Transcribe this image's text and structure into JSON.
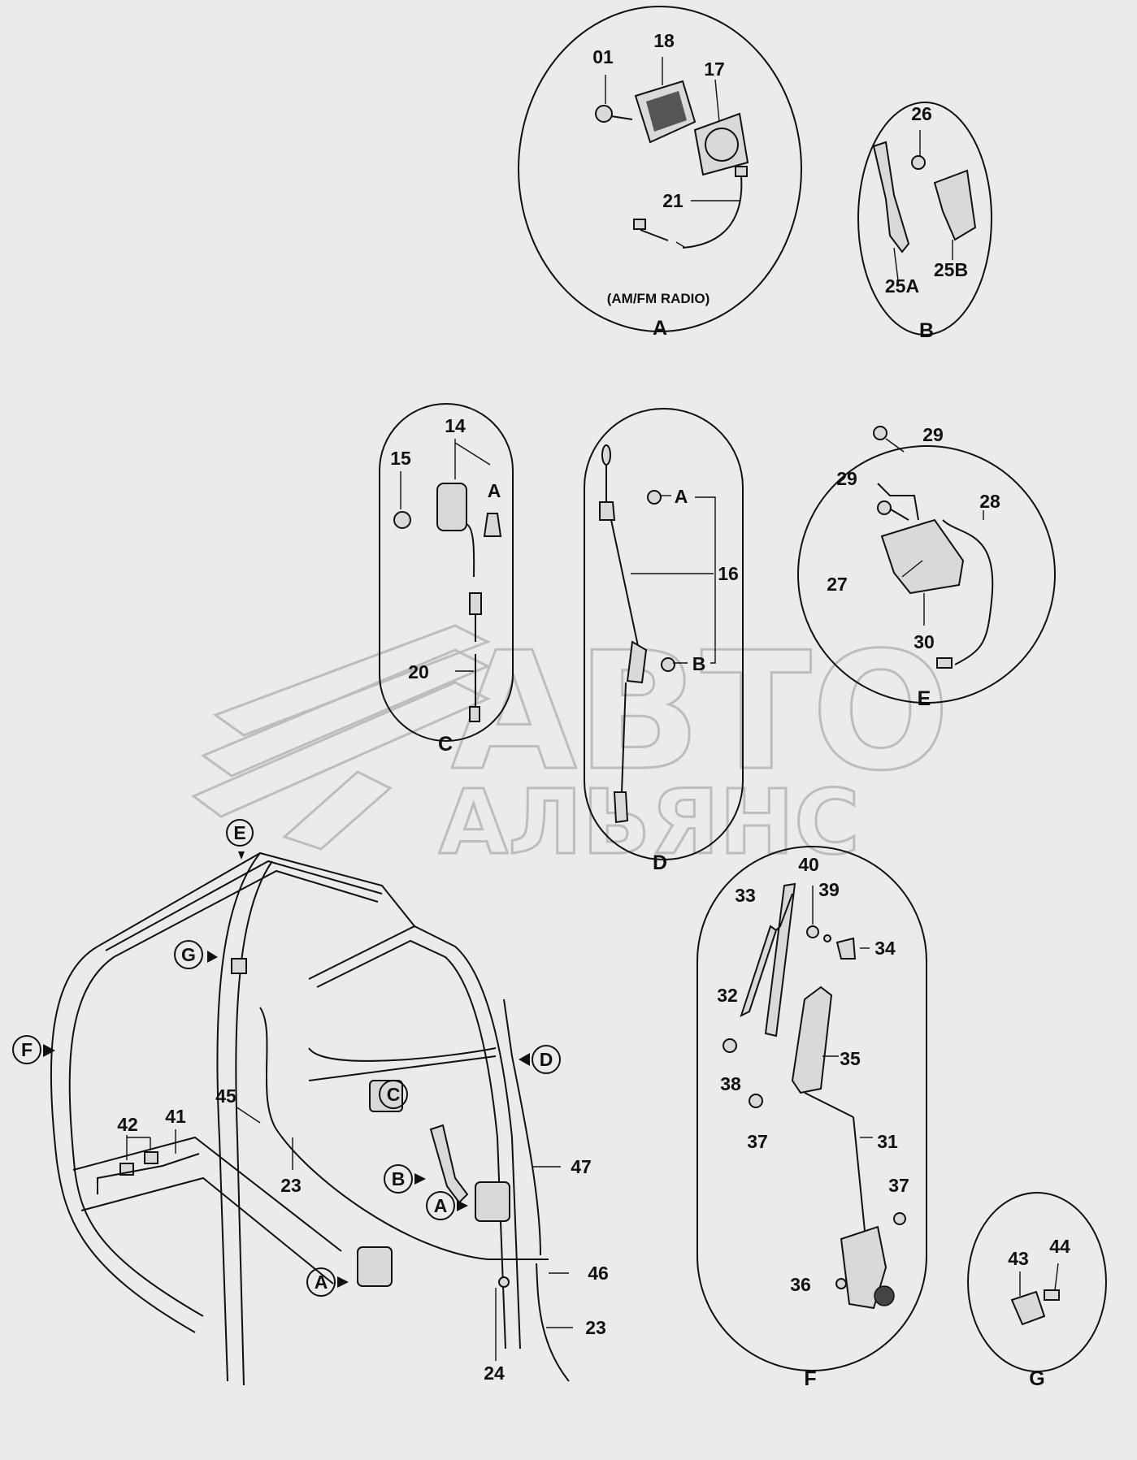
{
  "watermark": {
    "line1": "АВТО",
    "line2": "АЛЬЯНС"
  },
  "detail_A": {
    "letter": "A",
    "caption": "(AM/FM RADIO)",
    "labels": [
      "01",
      "18",
      "17",
      "21"
    ]
  },
  "detail_B": {
    "letter": "B",
    "labels": [
      "26",
      "25A",
      "25B"
    ]
  },
  "detail_C": {
    "letter": "C",
    "labels": [
      "14",
      "15",
      "A",
      "20"
    ]
  },
  "detail_D": {
    "letter": "D",
    "labels": [
      "A",
      "16",
      "B"
    ]
  },
  "detail_E": {
    "letter": "E",
    "labels": [
      "29",
      "29",
      "28",
      "27",
      "30"
    ]
  },
  "detail_F": {
    "letter": "F",
    "labels": [
      "40",
      "39",
      "33",
      "34",
      "32",
      "35",
      "38",
      "37",
      "31",
      "37",
      "36"
    ]
  },
  "detail_G": {
    "letter": "G",
    "labels": [
      "43",
      "44"
    ]
  },
  "cab": {
    "callouts": [
      "E",
      "G",
      "F",
      "D",
      "C",
      "B",
      "A",
      "A"
    ],
    "labels": [
      "42",
      "41",
      "45",
      "23",
      "47",
      "46",
      "23",
      "24"
    ]
  }
}
